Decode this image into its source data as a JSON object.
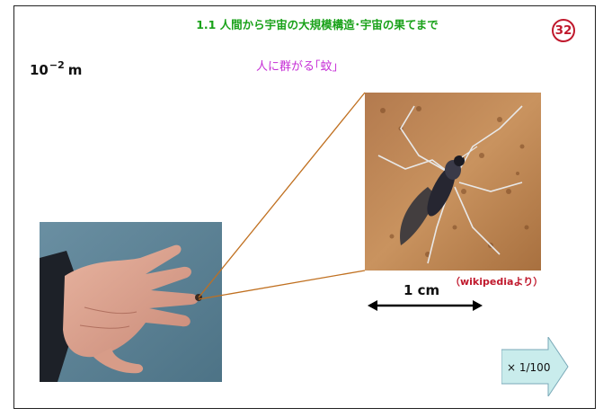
{
  "slide": {
    "title": "1.1 人間から宇宙の大規模構造･宇宙の果てまで",
    "page_number": "32",
    "scale": {
      "base": "10",
      "exponent": "−2",
      "unit": "m"
    },
    "subtitle": "人に群がる｢蚊｣",
    "credit": "（wikipediaより）",
    "ruler_label": "1 cm",
    "next_zoom_label": "× 1/100"
  },
  "colors": {
    "title": "#1aa21a",
    "subtitle": "#c62ed6",
    "accent_red": "#c0182c",
    "zoom_lines": "#c07020",
    "arrow_fill": "#c9ecec"
  },
  "icons": {
    "ruler": "double-arrow-icon",
    "next": "right-arrow-icon"
  }
}
